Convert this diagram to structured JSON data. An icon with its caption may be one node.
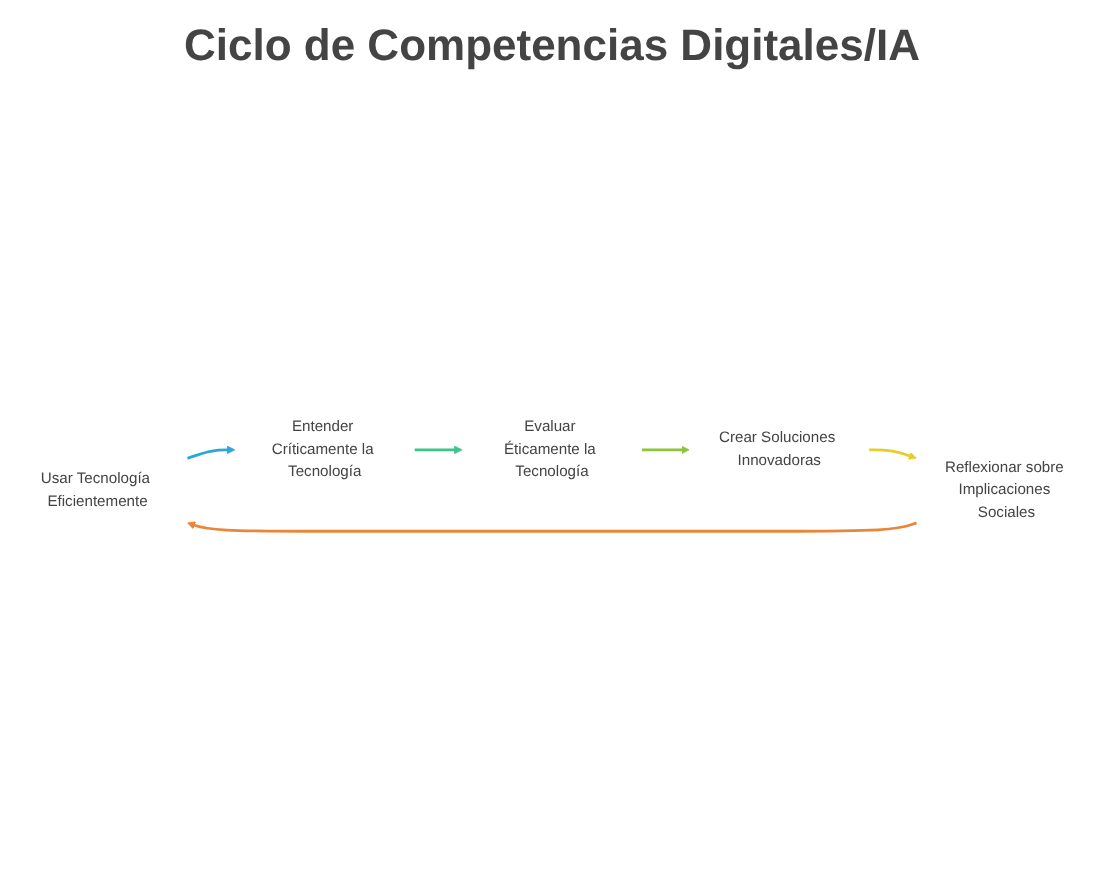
{
  "diagram": {
    "title": "Ciclo de Competencias Digitales/IA",
    "nodes": [
      {
        "text": [
          "Usar Tecnología Eficientemente"
        ]
      },
      {
        "text": [
          "Entender Críticamente la Tecnología"
        ]
      },
      {
        "text": [
          "Evaluar Éticamente la Tecnología"
        ]
      },
      {
        "text": [
          "Crear Soluciones Innovadoras"
        ]
      },
      {
        "text": [
          "Reflexionar sobre Implicaciones Sociales"
        ]
      }
    ],
    "edges": [
      {
        "from": 0,
        "to": 1,
        "arrow": "to",
        "color": "#2ba6d6"
      },
      {
        "from": 1,
        "to": 2,
        "arrow": "to",
        "color": "#3cc48a"
      },
      {
        "from": 2,
        "to": 3,
        "arrow": "to",
        "color": "#8dc43c"
      },
      {
        "from": 3,
        "to": 4,
        "arrow": "to",
        "color": "#e2cf2c"
      },
      {
        "from": 4,
        "to": 0,
        "arrow": "to",
        "color": "#e8873a"
      }
    ]
  }
}
